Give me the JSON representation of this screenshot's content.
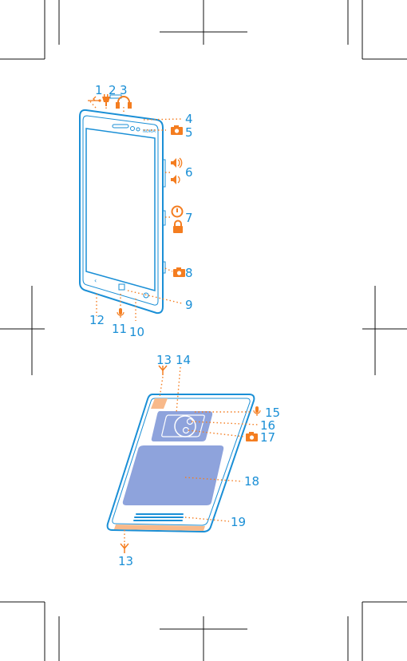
{
  "colors": {
    "outline": "#1a8fd6",
    "icon": "#f47d20",
    "leader": "#f47d20",
    "panel": "#8ea3dc",
    "antenna_band": "#f8b98a",
    "crop_marks": "#111111"
  },
  "front": {
    "logo": "NOKIA",
    "callouts": [
      {
        "id": "1",
        "label": "1",
        "icon": "usb-icon"
      },
      {
        "id": "2",
        "label": "2",
        "icon": "charger-plug-icon"
      },
      {
        "id": "3",
        "label": "3",
        "icon": "headphones-icon"
      },
      {
        "id": "4",
        "label": "4",
        "icon": ""
      },
      {
        "id": "5",
        "label": "5",
        "icon": "camera-icon"
      },
      {
        "id": "6",
        "label": "6",
        "icon": "volume-icons"
      },
      {
        "id": "7",
        "label": "7",
        "icon": "power-lock-icons"
      },
      {
        "id": "8",
        "label": "8",
        "icon": "camera-icon"
      },
      {
        "id": "9",
        "label": "9",
        "icon": ""
      },
      {
        "id": "10",
        "label": "10",
        "icon": ""
      },
      {
        "id": "11",
        "label": "11",
        "icon": "microphone-icon"
      },
      {
        "id": "12",
        "label": "12",
        "icon": ""
      }
    ]
  },
  "back": {
    "callouts": [
      {
        "id": "13",
        "label": "13",
        "icon": "antenna-icon"
      },
      {
        "id": "14",
        "label": "14",
        "icon": ""
      },
      {
        "id": "15",
        "label": "15",
        "icon": "microphone-icon"
      },
      {
        "id": "16",
        "label": "16",
        "icon": ""
      },
      {
        "id": "17",
        "label": "17",
        "icon": "camera-icon"
      },
      {
        "id": "18",
        "label": "18",
        "icon": ""
      },
      {
        "id": "19",
        "label": "19",
        "icon": ""
      },
      {
        "id": "13b",
        "label": "13",
        "icon": "antenna-icon"
      }
    ]
  }
}
